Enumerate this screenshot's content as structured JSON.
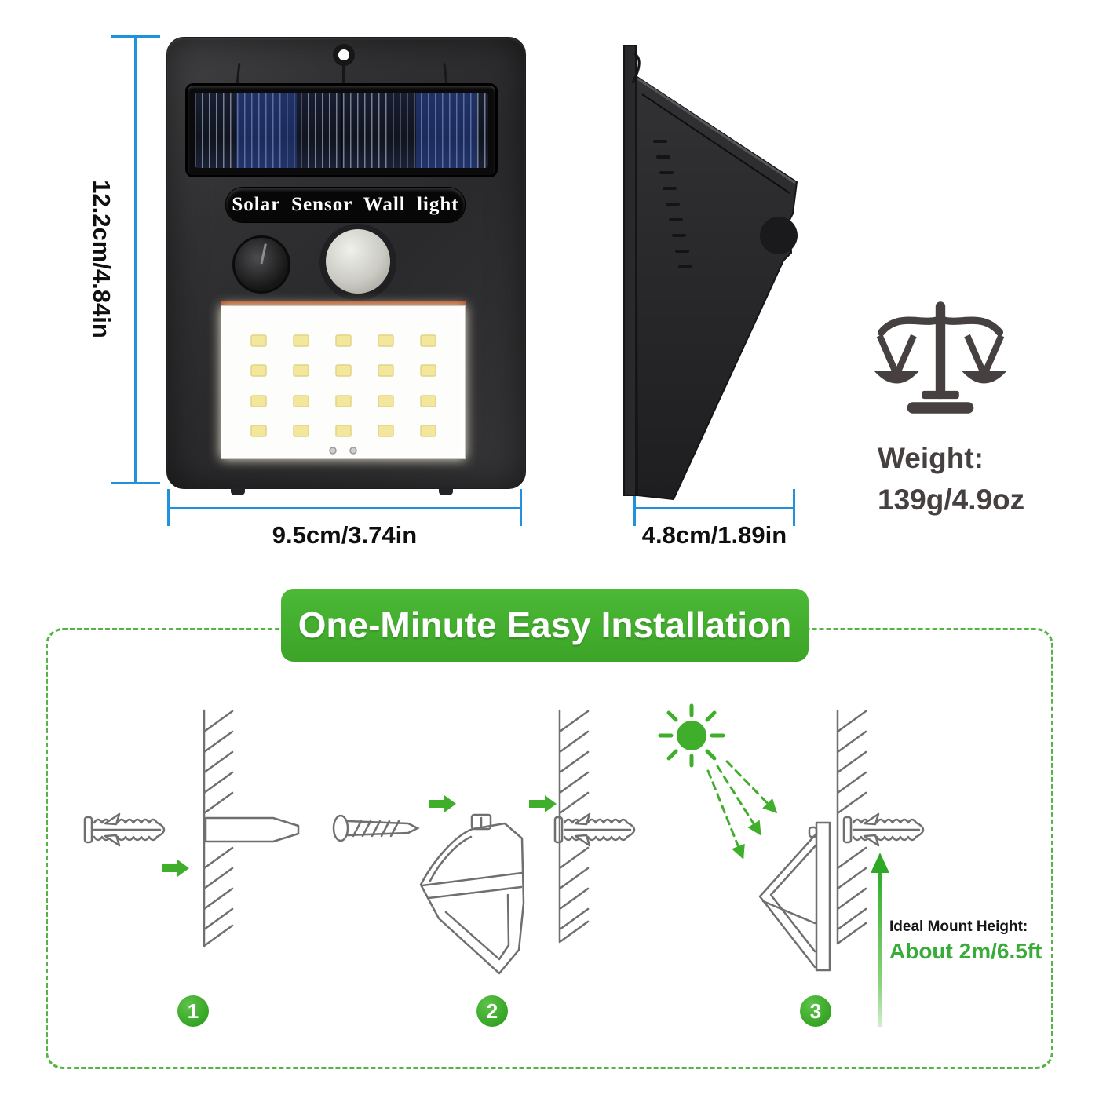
{
  "product": {
    "label": "Solar Sensor Wall light"
  },
  "dimensions": {
    "height": "12.2cm/4.84in",
    "width": "9.5cm/3.74in",
    "depth": "4.8cm/1.89in"
  },
  "weight": {
    "title": "Weight:",
    "value": "139g/4.9oz"
  },
  "installation": {
    "title": "One-Minute Easy Installation",
    "steps": [
      {
        "number": "1"
      },
      {
        "number": "2"
      },
      {
        "number": "3"
      }
    ],
    "mount_height": {
      "label": "Ideal Mount Height:",
      "value": "About 2m/6.5ft"
    }
  },
  "colors": {
    "dimension_blue": "#2191d9",
    "accent_green": "#3fae2b",
    "dashed_border_green": "#54b544",
    "line_art_gray": "#6f6f6f",
    "weight_text_gray": "#474040",
    "led_yellow": "#f3e79b"
  }
}
